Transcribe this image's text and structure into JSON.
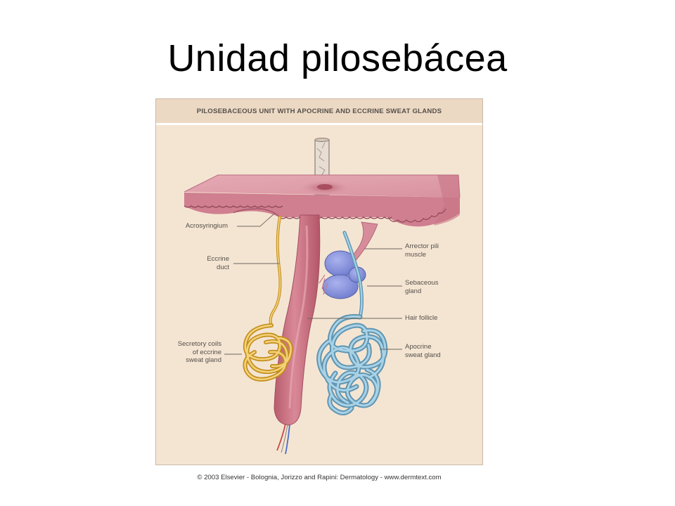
{
  "slide": {
    "title": "Unidad pilosebácea"
  },
  "figure": {
    "header": "PILOSEBACEOUS UNIT WITH APOCRINE AND ECCRINE SWEAT GLANDS",
    "labels": {
      "acrosyringium": "Acrosyringium",
      "eccrine_duct_1": "Eccrine",
      "eccrine_duct_2": "duct",
      "secretory_coils_1": "Secretory coils",
      "secretory_coils_2": "of eccrine",
      "secretory_coils_3": "sweat gland",
      "arrector_pili_1": "Arrector pili",
      "arrector_pili_2": "muscle",
      "sebaceous_1": "Sebaceous",
      "sebaceous_2": "gland",
      "hair_follicle": "Hair follicle",
      "apocrine_1": "Apocrine",
      "apocrine_2": "sweat gland"
    },
    "colors": {
      "skin": "#dd99a6",
      "follicle": "#c9707f",
      "eccrine": "#e6b23a",
      "apocrine": "#7fb6d3",
      "sebaceous": "#8d98de",
      "background": "#f4e5d3"
    },
    "copyright": "© 2003 Elsevier - Bolognia, Jorizzo and Rapini: Dermatology - www.dermtext.com"
  }
}
